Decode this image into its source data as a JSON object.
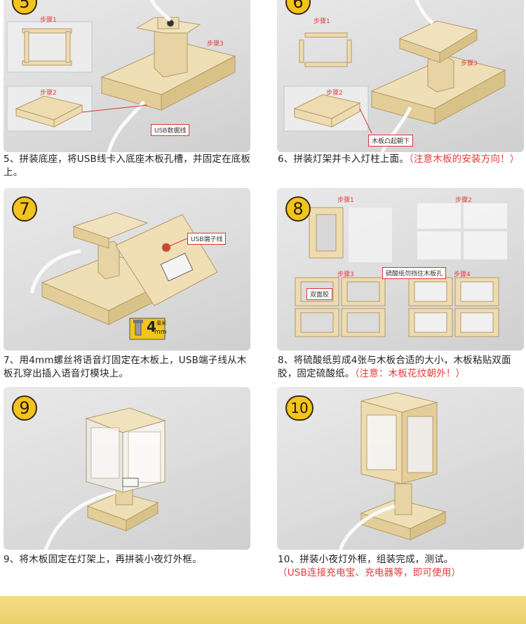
{
  "steps": {
    "s5": {
      "num": "5",
      "caption": "5、拼装底座，将USB线卡入底座木板孔槽，并固定在底板上。",
      "labels": {
        "a": "步骤1",
        "b": "步骤2",
        "c": "步骤3",
        "tag": "USB数据线"
      }
    },
    "s6": {
      "num": "6",
      "caption": "6、拼装灯架并卡入灯柱上面。",
      "caption_red": "（注意木板的安装方向！）",
      "labels": {
        "a": "步骤1",
        "b": "步骤2",
        "c": "步骤3",
        "tag": "木板凸起朝下"
      }
    },
    "s7": {
      "num": "7",
      "caption": "7、用4mm螺丝将语音灯固定在木板上，USB端子线从木板孔穿出插入语音灯模块上。",
      "labels": {
        "tag": "USB端子线",
        "screw_num": "4",
        "screw_unit_top": "毫米",
        "screw_unit": "mm"
      }
    },
    "s8": {
      "num": "8",
      "caption": "8、将硫酸纸剪成4张与木板合适的大小，木板粘贴双面胶，固定硫酸纸。",
      "caption_red": "（注意：木板花纹朝外！）",
      "labels": {
        "a": "步骤1",
        "b": "步骤2",
        "c": "步骤3",
        "d": "步骤4",
        "tag1": "硫酸纸勿挡住木板孔",
        "tag2": "双面胶"
      }
    },
    "s9": {
      "num": "9",
      "caption": "9、将木板固定在灯架上，再拼装小夜灯外框。"
    },
    "s10": {
      "num": "10",
      "caption": "10、拼装小夜灯外框，组装完成，测试。",
      "caption_red": "（USB连接充电宝、充电器等，即可使用）"
    }
  },
  "colors": {
    "badge": "#f2c41e",
    "accent_red": "#e23a3a",
    "wood": "#eedcb0",
    "footer": "#f0d77a"
  }
}
